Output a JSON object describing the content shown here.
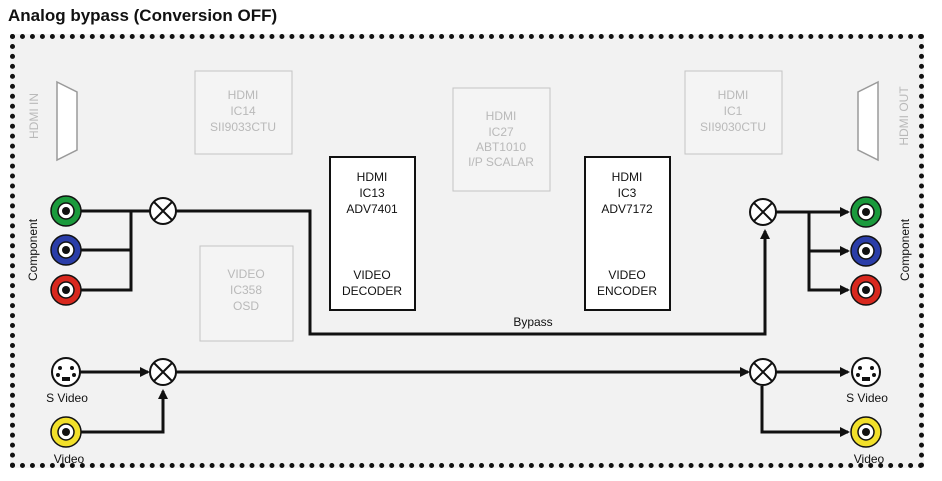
{
  "title": "Analog bypass (Conversion OFF)",
  "hdmi_in_label": "HDMI IN",
  "hdmi_out_label": "HDMI OUT",
  "component_left_label": "Component",
  "component_right_label": "Component",
  "bypass_label": "Bypass",
  "svideo_left_label": "S Video",
  "svideo_right_label": "S Video",
  "video_left_label": "Video",
  "video_right_label": "Video",
  "ic14": {
    "l1": "HDMI",
    "l2": "IC14",
    "l3": "SII9033CTU"
  },
  "ic27": {
    "l1": "HDMI",
    "l2": "IC27",
    "l3": "ABT1010",
    "l4": "I/P SCALAR"
  },
  "ic1": {
    "l1": "HDMI",
    "l2": "IC1",
    "l3": "SII9030CTU"
  },
  "ic13": {
    "l1": "HDMI",
    "l2": "IC13",
    "l3": "ADV7401",
    "l4": "VIDEO",
    "l5": "DECODER"
  },
  "ic3": {
    "l1": "HDMI",
    "l2": "IC3",
    "l3": "ADV7172",
    "l4": "VIDEO",
    "l5": "ENCODER"
  },
  "ic358": {
    "l1": "VIDEO",
    "l2": "IC358",
    "l3": "OSD"
  },
  "colors": {
    "green": "#1a9a3c",
    "blue": "#2a3da8",
    "red": "#d8281e",
    "yellow": "#f2e02a",
    "dim_text": "#b9b9b9",
    "dim_border": "#c4c4c4",
    "line": "#111111"
  }
}
